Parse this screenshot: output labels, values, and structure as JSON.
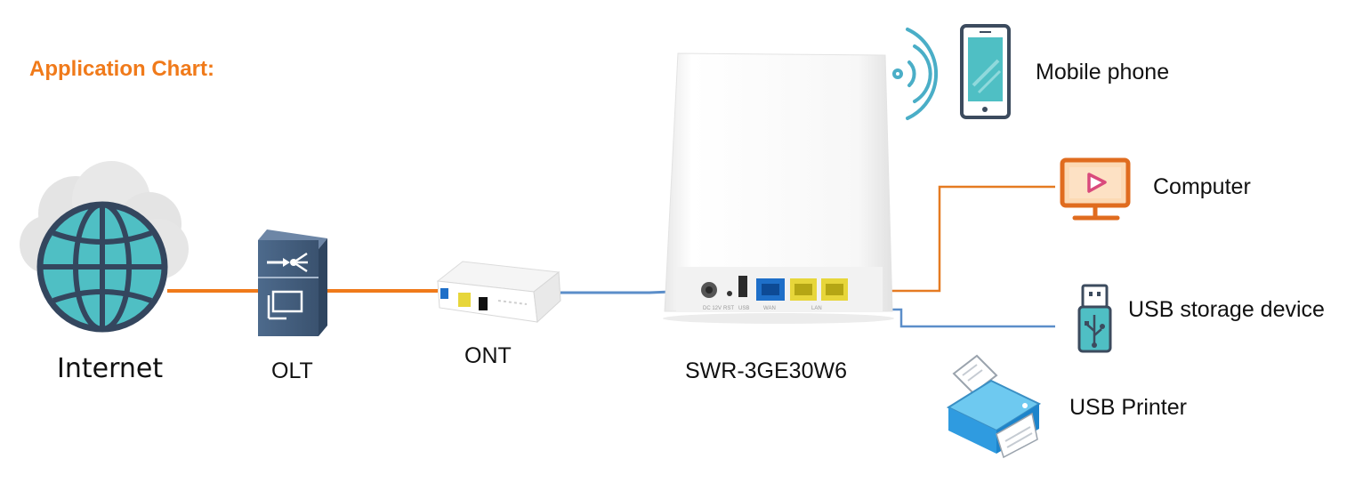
{
  "title": "Application Chart:",
  "labels": {
    "internet": "Internet",
    "olt": "OLT",
    "ont": "ONT",
    "router": "SWR-3GE30W6",
    "mobile": "Mobile phone",
    "computer": "Computer",
    "usb_storage": "USB storage device",
    "usb_printer": "USB Printer"
  },
  "router_ports": {
    "dc": "DC 12V",
    "rst": "RST",
    "usb": "USB",
    "wan": "WAN",
    "lan": "LAN"
  },
  "colors": {
    "title": "#f07a1a",
    "fiber_line": "#f07a1a",
    "ethernet_line": "#5b8ec9",
    "computer_line": "#e57b22",
    "usb_line": "#5b8ec9",
    "wifi": "#4aaec7",
    "globe": "#4fbfc4",
    "olt": "#45607f",
    "wan_port": "#1e6fc8",
    "lan_port": "#e7d63a"
  },
  "icons": {
    "internet": "globe-cloud-icon",
    "olt": "olt-device-icon",
    "ont": "ont-device-icon",
    "router": "router-device-icon",
    "wifi": "wifi-signal-icon",
    "mobile": "mobile-phone-icon",
    "computer": "computer-monitor-icon",
    "usb_storage": "usb-stick-icon",
    "usb_printer": "printer-icon"
  }
}
